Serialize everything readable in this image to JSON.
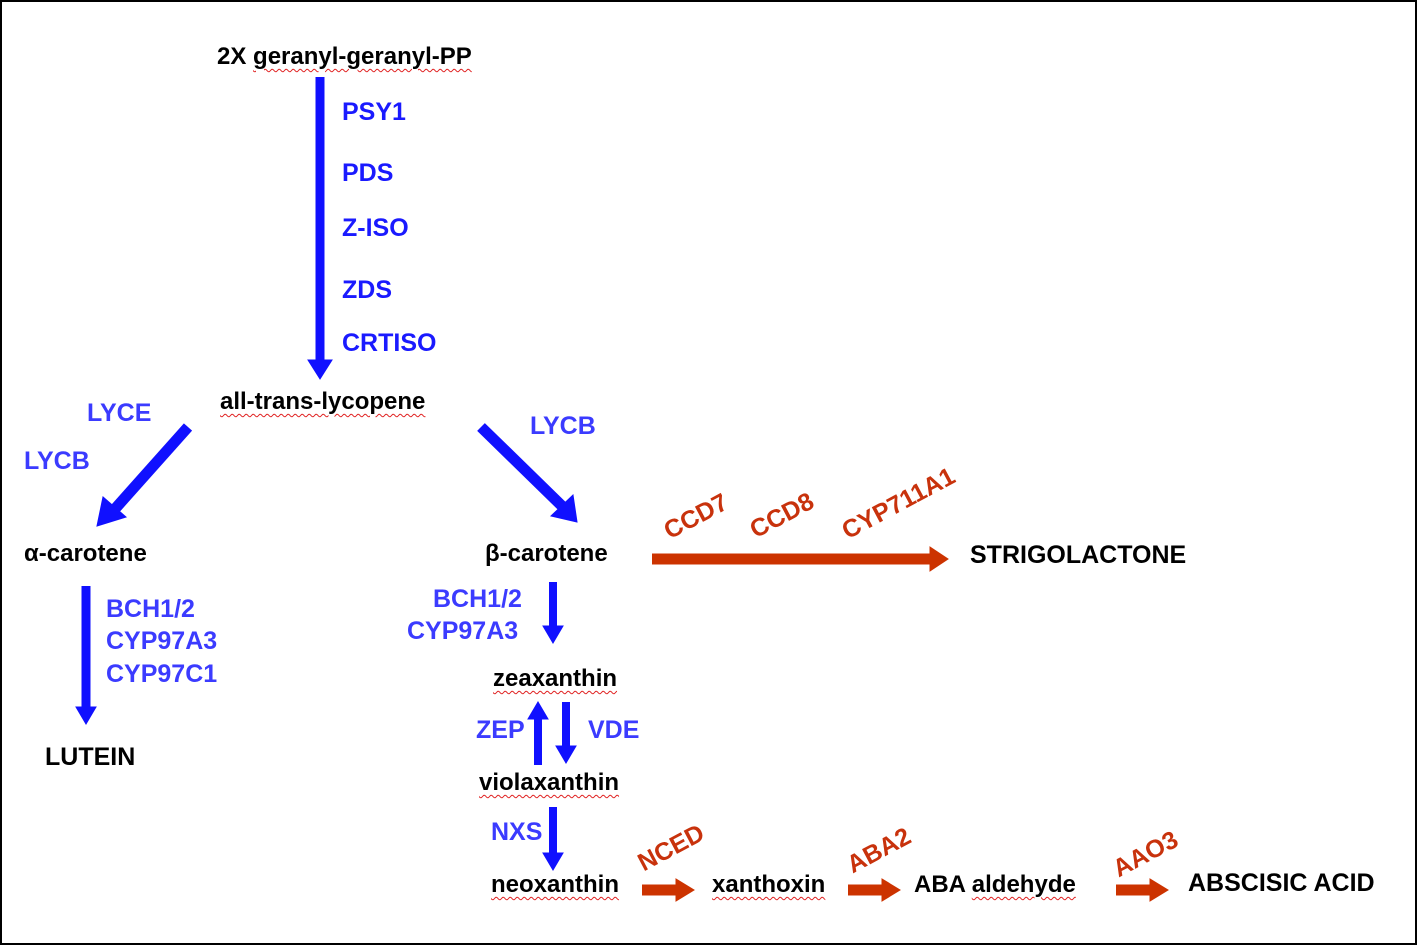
{
  "colors": {
    "main_pathway": "#1010ff",
    "branch_pathway": "#cc3300",
    "compound_text": "#000000"
  },
  "compounds": {
    "ggpp_prefix": "2X",
    "ggpp": "geranyl-geranyl-PP",
    "lycopene": "all-trans-lycopene",
    "alpha_carotene": "α-carotene",
    "beta_carotene": "β-carotene",
    "lutein": "LUTEIN",
    "strigolactone": "STRIGOLACTONE",
    "zeaxanthin": "zeaxanthin",
    "violaxanthin": "violaxanthin",
    "neoxanthin": "neoxanthin",
    "xanthoxin": "xanthoxin",
    "aba_prefix": "ABA",
    "aba_aldehyde": "aldehyde",
    "abscisic_acid": "ABSCISIC ACID"
  },
  "enzymes": {
    "psy1": "PSY1",
    "pds": "PDS",
    "ziso": "Z-ISO",
    "zds": "ZDS",
    "crtiso": "CRTISO",
    "lyce": "LYCE",
    "lycb_alpha": "LYCB",
    "lycb_beta": "LYCB",
    "bch_alpha": "BCH1/2",
    "cyp97a3_alpha": "CYP97A3",
    "cyp97c1": "CYP97C1",
    "bch_beta": "BCH1/2",
    "cyp97a3_beta": "CYP97A3",
    "zep": "ZEP",
    "vde": "VDE",
    "nxs": "NXS",
    "ccd7": "CCD7",
    "ccd8": "CCD8",
    "cyp711a1": "CYP711A1",
    "nced": "NCED",
    "aba2": "ABA2",
    "aao3": "AAO3"
  }
}
